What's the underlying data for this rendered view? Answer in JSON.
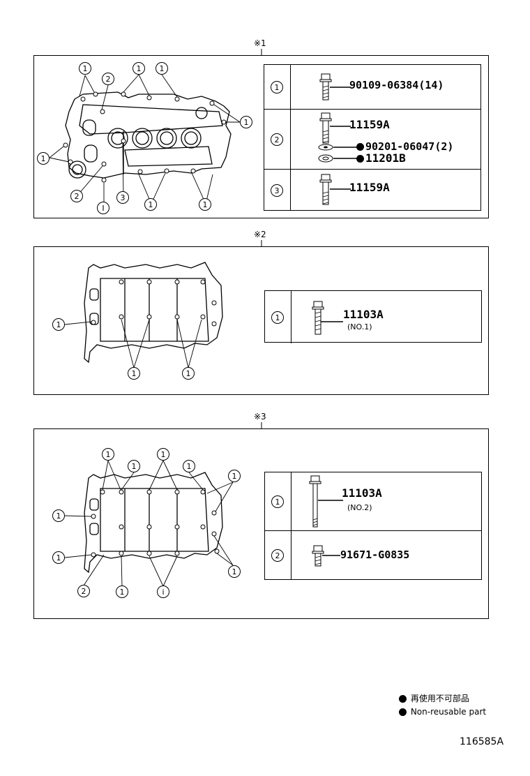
{
  "sections": [
    {
      "mark": "※1",
      "callout": "1",
      "callout_alt": "2",
      "callout_3": "3",
      "callout_i": "I",
      "rows": [
        {
          "index": "1",
          "parts": [
            "90109-06384(14)"
          ]
        },
        {
          "index": "2",
          "parts": [
            "11159A",
            "90201-06047(2)",
            "11201B"
          ]
        },
        {
          "index": "3",
          "parts": [
            "11159A"
          ]
        }
      ]
    },
    {
      "mark": "※2",
      "callout": "1",
      "rows": [
        {
          "index": "1",
          "parts": [
            "11103A"
          ],
          "note": "(NO.1)"
        }
      ]
    },
    {
      "mark": "※3",
      "callout": "1",
      "callout_alt": "2",
      "callout_i": "i",
      "rows": [
        {
          "index": "1",
          "parts": [
            "11103A"
          ],
          "note": "(NO.2)"
        },
        {
          "index": "2",
          "parts": [
            "91671-G0835"
          ]
        }
      ]
    }
  ],
  "legend": {
    "items": [
      "再使用不可部品",
      "Non-reusable part"
    ]
  },
  "catalog_number": "116585A"
}
